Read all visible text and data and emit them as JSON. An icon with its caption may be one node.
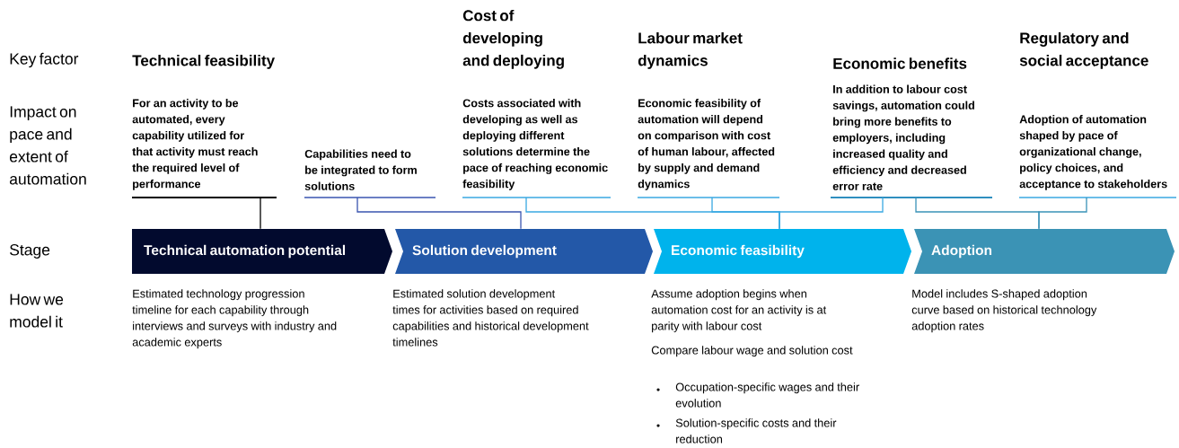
{
  "diagram": {
    "nodes": [
      {
        "text": [
          "Technical feasibility",
          "For an activity to be automated, every capability utilized for that activity must reach the required level of performance"
        ]
      },
      {
        "text": [
          "Capabilities need to be integrated to form solutions"
        ]
      },
      {
        "text": [
          "Cost of developing and deploying",
          "Costs associated with developing as well as deploying different solutions determine the pace of reaching economic feasibility"
        ]
      },
      {
        "text": [
          "Labour market dynamics",
          "Economic feasibility of automation will depend on comparison with cost of human labour, affected by supply and demand dynamics"
        ]
      },
      {
        "text": [
          "Economic benefits",
          "In addition to labour cost savings, automation could bring more benefits to employers, including increased quality and efficiency and decreased error rate"
        ]
      },
      {
        "text": [
          "Regulatory and social acceptance",
          "Adoption of automation shaped by pace of organizational change, policy choices, and acceptance to stakeholders"
        ]
      },
      {
        "text": [
          "Technical automation potential"
        ],
        "beside": [
          "Estimated technology progression timeline for each capability through interviews and surveys with industry and academic experts"
        ]
      },
      {
        "text": [
          "Solution development"
        ],
        "beside": [
          "Estimated solution development times for activities based on required capabilities and historical development timelines"
        ]
      },
      {
        "text": [
          "Economic feasibility"
        ],
        "beside": [
          "Assume adoption begins when automation cost for an activity is at parity with labour cost",
          "Compare labour wage and solution cost",
          "Occupation-specific wages and their evolution",
          "Solution-specific costs and their reduction"
        ]
      },
      {
        "text": [
          "Adoption"
        ],
        "beside": [
          "Model includes S-shaped adoption curve based on historical technology adoption rates"
        ]
      }
    ],
    "edges": [
      {
        "from": 0,
        "to": 6,
        "arrow": "none",
        "color": "#000000"
      },
      {
        "from": 1,
        "to": 7,
        "arrow": "none",
        "color": "#3a55b0"
      },
      {
        "from": 2,
        "to": 8,
        "arrow": "none",
        "color": "#3aa9e2"
      },
      {
        "from": 3,
        "to": 8,
        "arrow": "none",
        "color": "#3aa9e2"
      },
      {
        "from": 4,
        "to": 8,
        "arrow": "none",
        "color": "#3aa9e2"
      },
      {
        "from": 4,
        "to": 9,
        "arrow": "none",
        "color": "#3a92b8"
      },
      {
        "from": 5,
        "to": 9,
        "arrow": "none",
        "color": "#3a92b8"
      }
    ],
    "labels": [
      "Key factor",
      "Impact on pace and extent of automation",
      "Stage",
      "How we model it"
    ]
  }
}
